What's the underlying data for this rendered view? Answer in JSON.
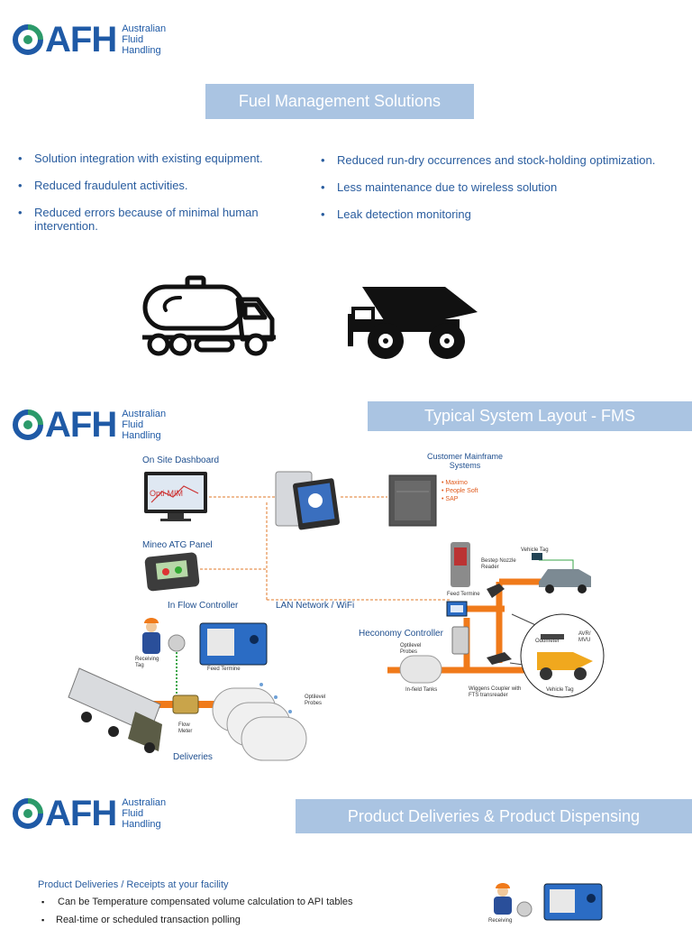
{
  "brand": {
    "name": "AFH",
    "subtitle_lines": [
      "Australian",
      "Fluid",
      "Handling"
    ],
    "primary_color": "#1f5aa6",
    "accent_color": "#2c9a6a",
    "banner_color": "#aac4e2"
  },
  "slide1": {
    "banner": "Fuel Management Solutions",
    "left_bullets": [
      "Solution integration with existing equipment.",
      "Reduced fraudulent activities.",
      "Reduced errors because of minimal human intervention."
    ],
    "right_bullets": [
      "Reduced run-dry occurrences and stock-holding optimization.",
      "Less maintenance due to wireless solution",
      "Leak detection monitoring"
    ],
    "icons": [
      "fuel-tanker-truck-icon",
      "mining-dump-truck-icon"
    ]
  },
  "slide2": {
    "banner": "Typical System Layout - FMS",
    "labels": {
      "on_site_dashboard": "On Site Dashboard",
      "customer_mainframe": "Customer Mainframe Systems",
      "mainframe_items": [
        "Maximo",
        "People Soft",
        "SAP"
      ],
      "mineo_atg": "Mineo ATG Panel",
      "in_flow_controller": "In Flow Controller",
      "lan_network": "LAN Network / WiFi",
      "heconomy_controller": "Heconomy Controller",
      "deliveries": "Deliveries",
      "receiving_tag": "Receiving Tag",
      "feed_termine": "Feed Termine",
      "flow_meter": "Flow Meter",
      "optilevel_probes": "Optilevel Probes",
      "optilevel_probes2": "Optilevel Probes",
      "in_field_tanks": "In-field Tanks",
      "wiggens_coupler": "Wiggens Coupler with FTS transreader",
      "bestep_nozzle": "Bestep Nozzle Reader",
      "feed_termine2": "Feed Termine",
      "vehicle_tag": "Vehicle Tag",
      "vehicle_tag2": "Vehicle Tag",
      "odometer": "Odometer",
      "avr": "AVR/ MVU",
      "screen_text": "Opti-MIM"
    }
  },
  "slide3": {
    "banner": "Product Deliveries & Product Dispensing",
    "heading": "Product Deliveries / Receipts at your facility",
    "bullets": [
      "Can be Temperature compensated volume calculation to API tables",
      "Real-time or scheduled transaction polling"
    ],
    "partial_label": "Receiving"
  }
}
